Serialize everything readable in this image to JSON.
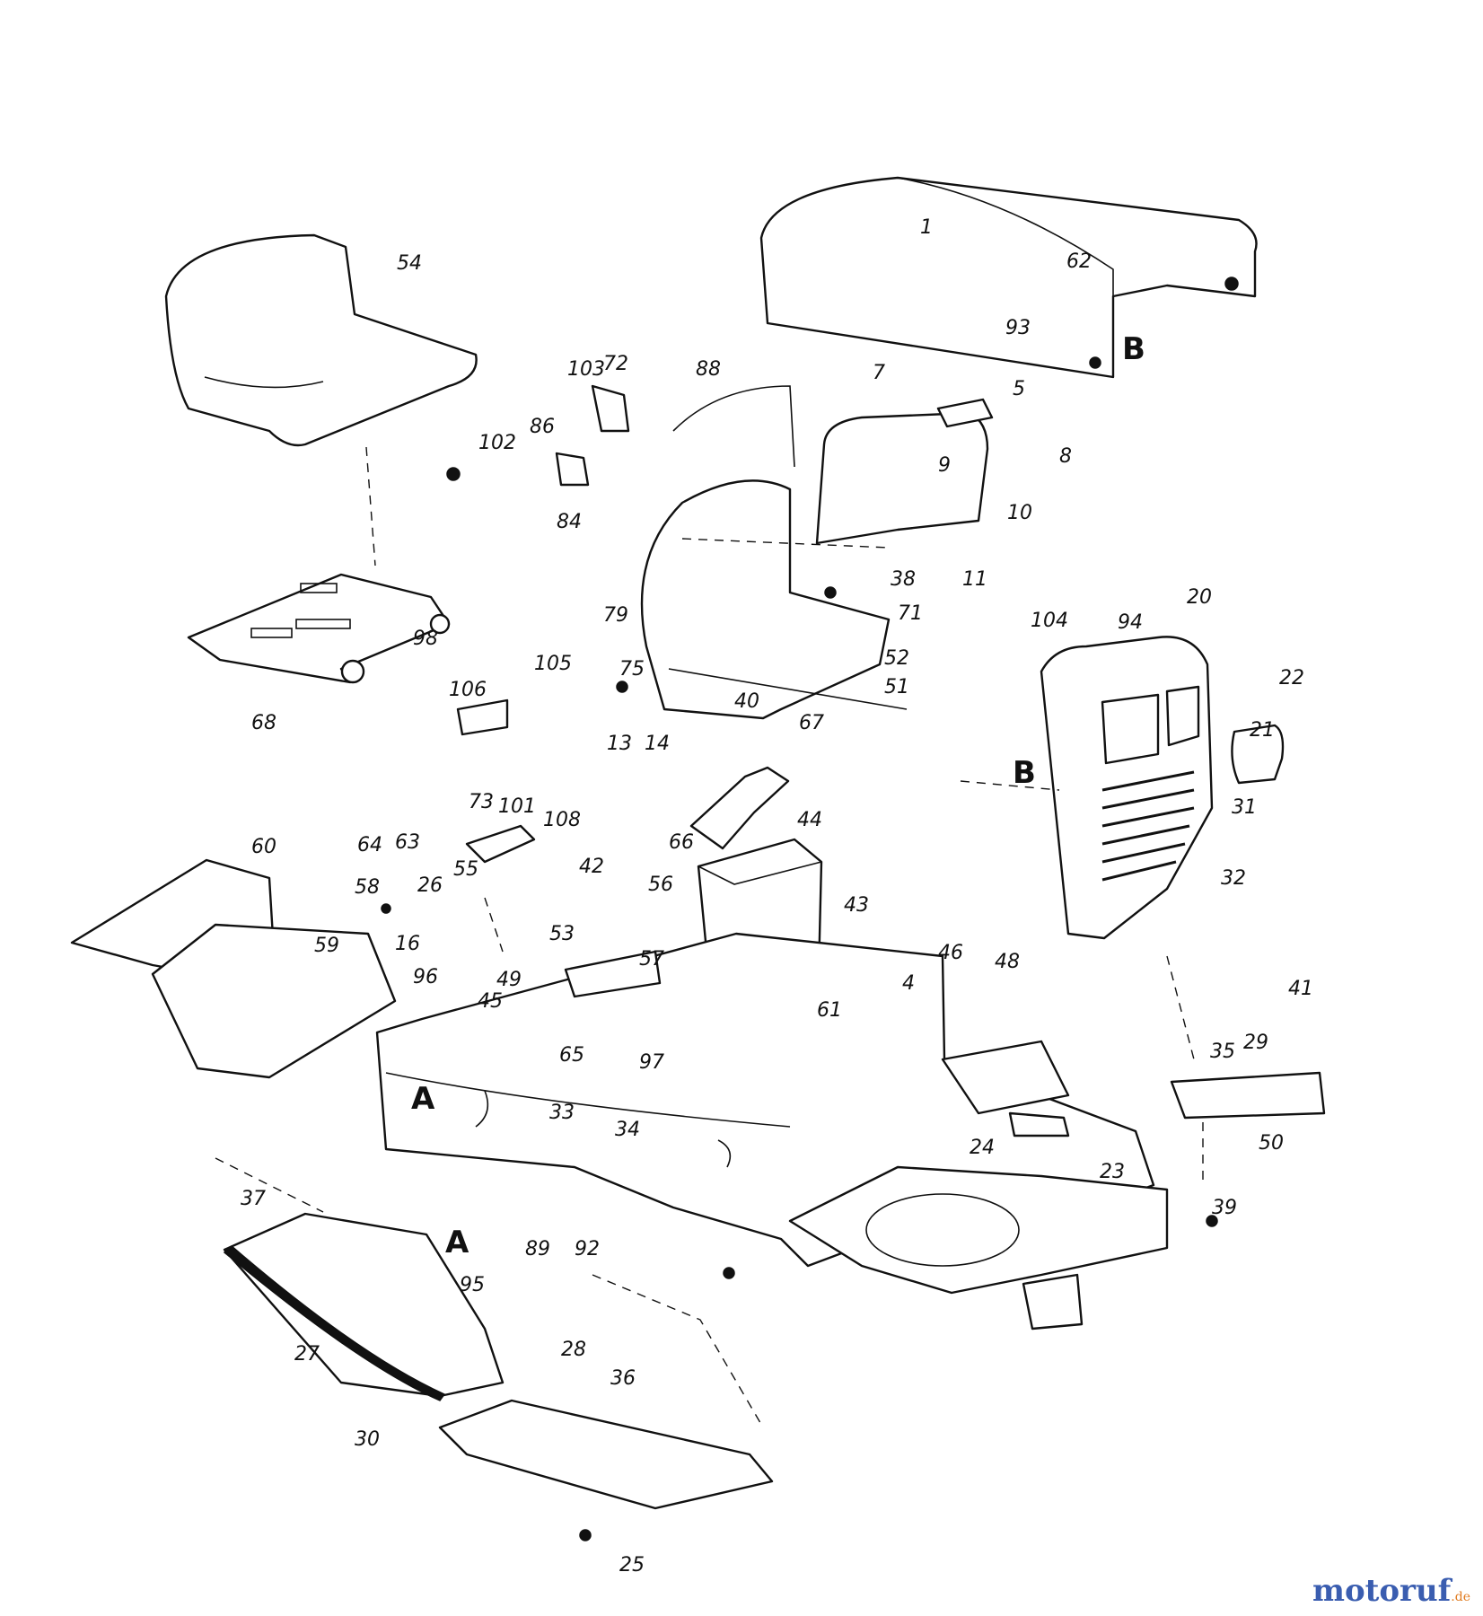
{
  "diagram": {
    "part_labels": [
      "1",
      "62",
      "93",
      "5",
      "54",
      "103",
      "72",
      "88",
      "7",
      "8",
      "9",
      "102",
      "86",
      "10",
      "11",
      "84",
      "38",
      "71",
      "79",
      "75",
      "40",
      "52",
      "51",
      "13",
      "14",
      "67",
      "20",
      "104",
      "94",
      "21",
      "22",
      "31",
      "32",
      "98",
      "68",
      "106",
      "105",
      "73",
      "101",
      "108",
      "44",
      "43",
      "60",
      "64",
      "63",
      "66",
      "58",
      "26",
      "55",
      "42",
      "56",
      "59",
      "16",
      "53",
      "96",
      "48",
      "49",
      "57",
      "45",
      "61",
      "46",
      "4",
      "41",
      "35",
      "29",
      "50",
      "65",
      "97",
      "33",
      "34",
      "24",
      "23",
      "39",
      "89",
      "92",
      "37",
      "95",
      "27",
      "28",
      "36",
      "30",
      "25"
    ],
    "section_marks": [
      "A",
      "B"
    ]
  },
  "watermark": {
    "brand": "motoruf",
    "suffix": ".de"
  },
  "colors": {
    "line": "#111111",
    "brand_blue": "#3a5db0",
    "brand_orange": "#e07a1e"
  }
}
